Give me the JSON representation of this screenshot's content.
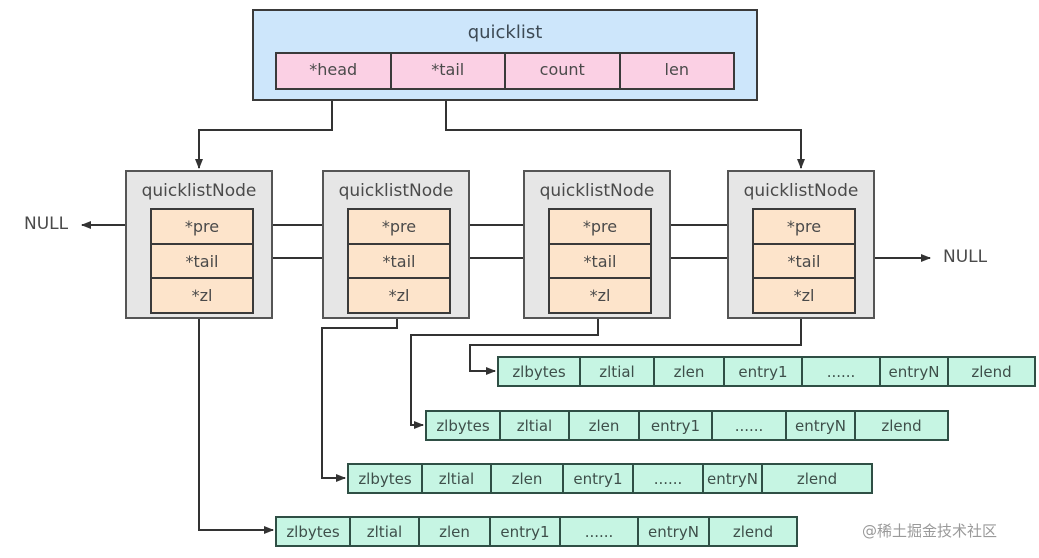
{
  "quicklist": {
    "title": "quicklist",
    "fields": [
      "*head",
      "*tail",
      "count",
      "len"
    ]
  },
  "nodes": [
    {
      "title": "quicklistNode",
      "fields": [
        "*pre",
        "*tail",
        "*zl"
      ]
    },
    {
      "title": "quicklistNode",
      "fields": [
        "*pre",
        "*tail",
        "*zl"
      ]
    },
    {
      "title": "quicklistNode",
      "fields": [
        "*pre",
        "*tail",
        "*zl"
      ]
    },
    {
      "title": "quicklistNode",
      "fields": [
        "*pre",
        "*tail",
        "*zl"
      ]
    }
  ],
  "null_left": "NULL",
  "null_right": "NULL",
  "ziplists": [
    {
      "cells": [
        "zlbytes",
        "zltial",
        "zlen",
        "entry1",
        "......",
        "entryN",
        "zlend"
      ]
    },
    {
      "cells": [
        "zlbytes",
        "zltial",
        "zlen",
        "entry1",
        "......",
        "entryN",
        "zlend"
      ]
    },
    {
      "cells": [
        "zlbytes",
        "zltial",
        "zlen",
        "entry1",
        "......",
        "entryN",
        "zlend"
      ]
    },
    {
      "cells": [
        "zlbytes",
        "zltial",
        "zlen",
        "entry1",
        "......",
        "entryN",
        "zlend"
      ]
    }
  ],
  "watermark": "@稀土掘金技术社区"
}
